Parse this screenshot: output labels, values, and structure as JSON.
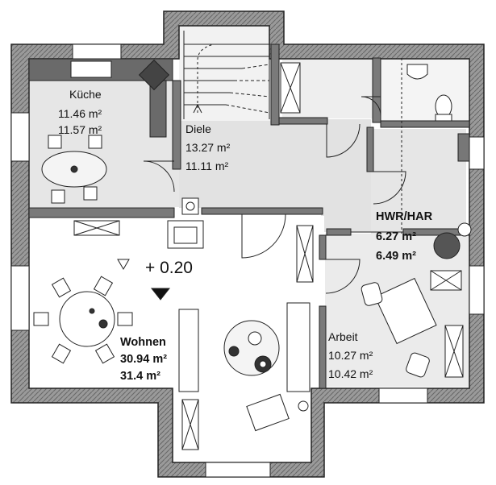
{
  "rooms": {
    "kueche": {
      "name": "Küche",
      "area_1": "11.46 m²",
      "area_2": "11.57 m²"
    },
    "diele": {
      "name": "Diele",
      "area_1": "13.27 m²",
      "area_2": "11.11 m²"
    },
    "hwr": {
      "name": "HWR/HAR",
      "area_1": "6.27 m²",
      "area_2": "6.49 m²"
    },
    "wohnen": {
      "name": "Wohnen",
      "area_1": "30.94 m²",
      "area_2": "31.4 m²"
    },
    "arbeit": {
      "name": "Arbeit",
      "area_1": "10.27 m²",
      "area_2": "10.42 m²"
    }
  },
  "level": {
    "label": "+ 0.20"
  },
  "colors": {
    "wall_fill": "#7a7a7a",
    "wall_outline": "#222222",
    "floor_tone": "#e4e4e4",
    "paper": "#ffffff"
  }
}
